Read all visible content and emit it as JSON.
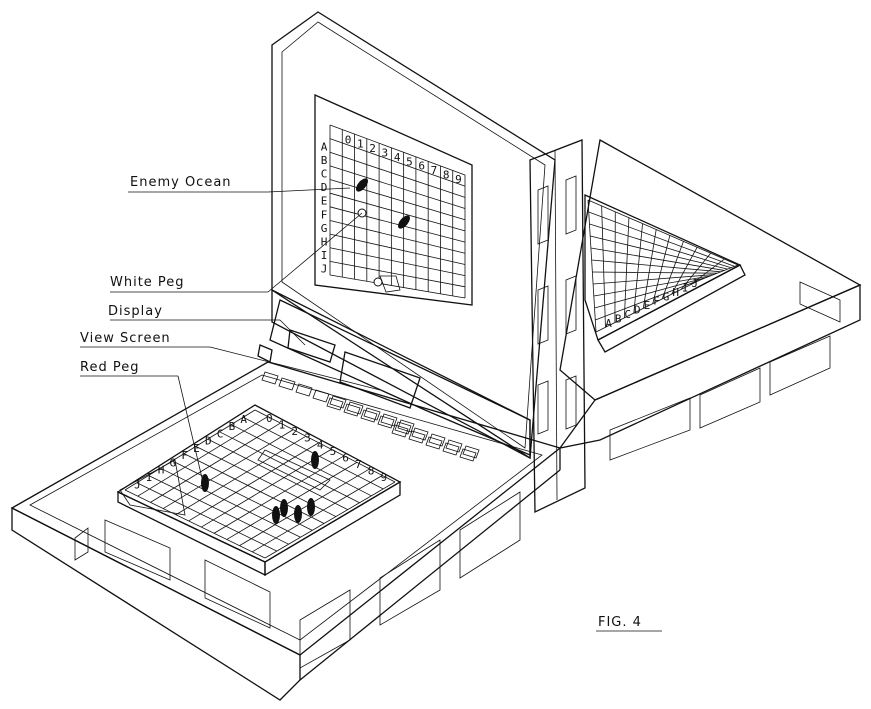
{
  "callouts": {
    "enemy_ocean": "Enemy Ocean",
    "white_peg": "White Peg",
    "display": "Display",
    "view_screen": "View Screen",
    "red_peg": "Red Peg"
  },
  "figure_label": "FIG. 4",
  "grid": {
    "columns": [
      "0",
      "1",
      "2",
      "3",
      "4",
      "5",
      "6",
      "7",
      "8",
      "9"
    ],
    "rows": [
      "A",
      "B",
      "C",
      "D",
      "E",
      "F",
      "G",
      "H",
      "I",
      "J"
    ]
  },
  "colors": {
    "ink": "#111111",
    "paper": "#ffffff"
  }
}
